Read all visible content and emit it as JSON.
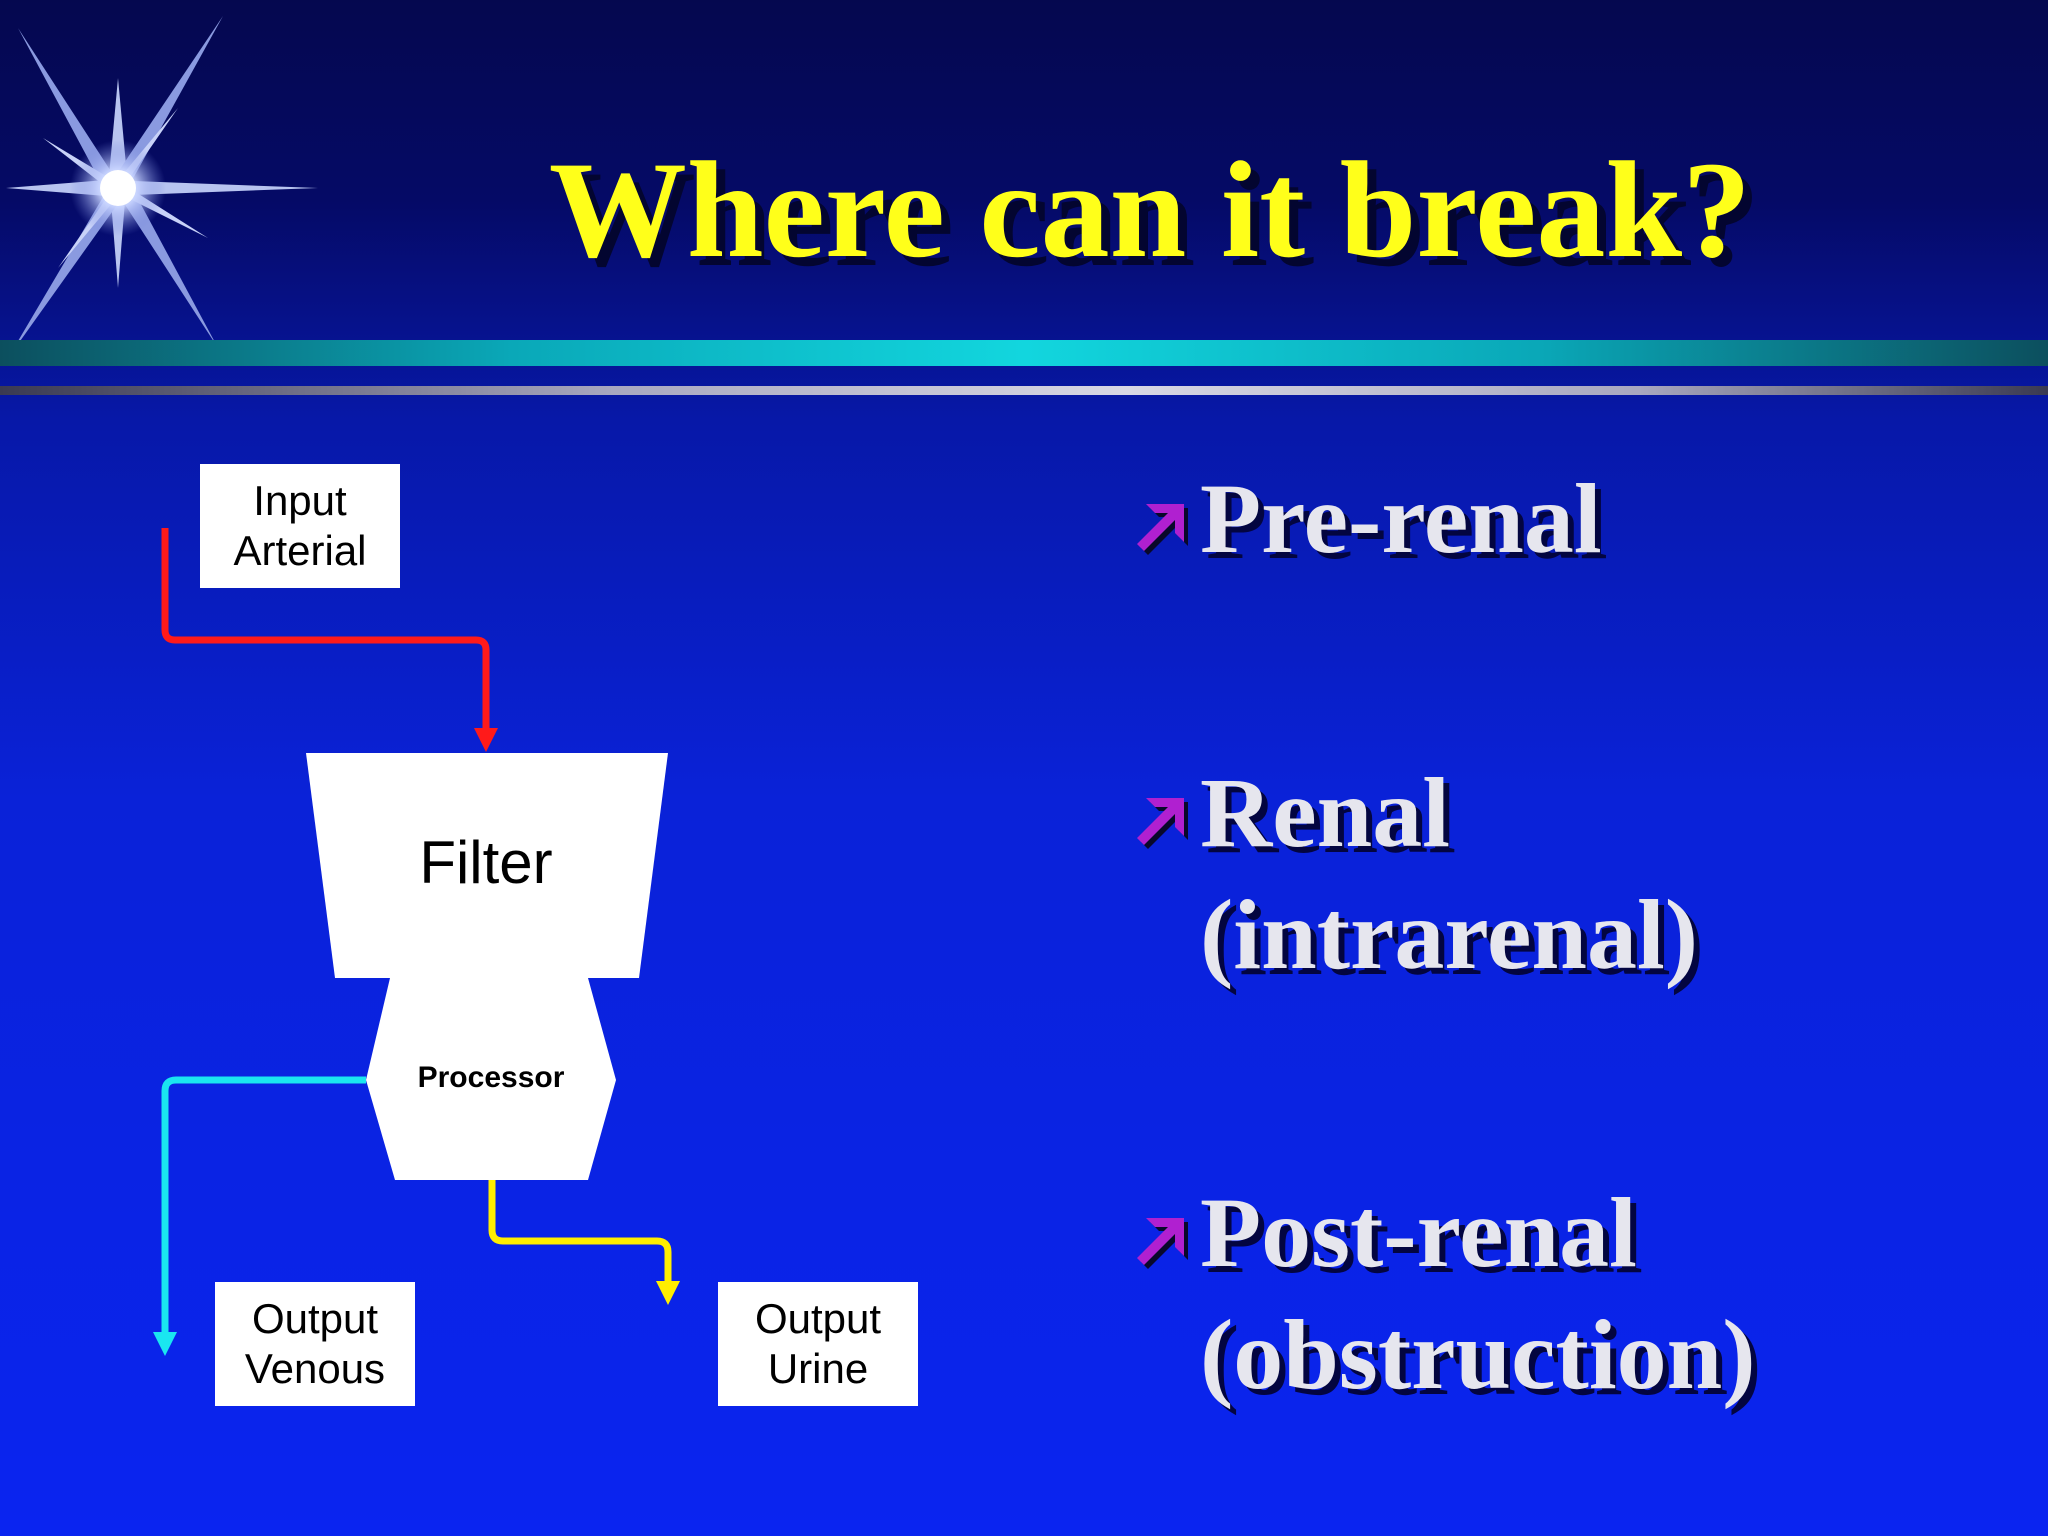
{
  "slide": {
    "title": "Where can it break?"
  },
  "diagram": {
    "input_box": {
      "line1": "Input",
      "line2": "Arterial"
    },
    "filter_label": "Filter",
    "processor_label": "Processor",
    "output_venous_box": {
      "line1": "Output",
      "line2": "Venous"
    },
    "output_urine_box": {
      "line1": "Output",
      "line2": "Urine"
    },
    "colors": {
      "arterial_arrow": "#ff1a1a",
      "venous_arrow": "#1ae6f0",
      "urine_arrow": "#ffee00"
    }
  },
  "bullets": [
    {
      "icon": "arrow-up-right-icon",
      "lines": [
        "Pre-renal"
      ]
    },
    {
      "icon": "arrow-up-right-icon",
      "lines": [
        "Renal",
        "(intrarenal)"
      ]
    },
    {
      "icon": "arrow-up-right-icon",
      "lines": [
        "Post-renal",
        "(obstruction)"
      ]
    }
  ],
  "colors": {
    "title": "#ffff1a",
    "bullet_icon": "#b020d0",
    "bullet_text": "#e6e6ee"
  }
}
